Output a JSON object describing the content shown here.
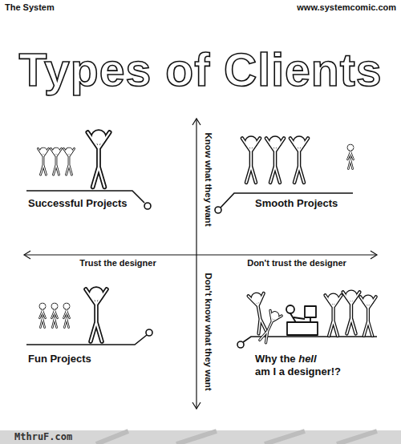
{
  "diagram": {
    "title": "Types of Clients",
    "labels": [
      "The System",
      "www.systemcomic.com",
      "Successful Projects",
      "Know what they want",
      "Smooth Projects",
      "Trust the designer",
      "Don't trust the designer",
      "Fun Projects",
      "Don't know what they want",
      "Why the hell am I a designer!?",
      "MthruF.com"
    ]
  }
}
